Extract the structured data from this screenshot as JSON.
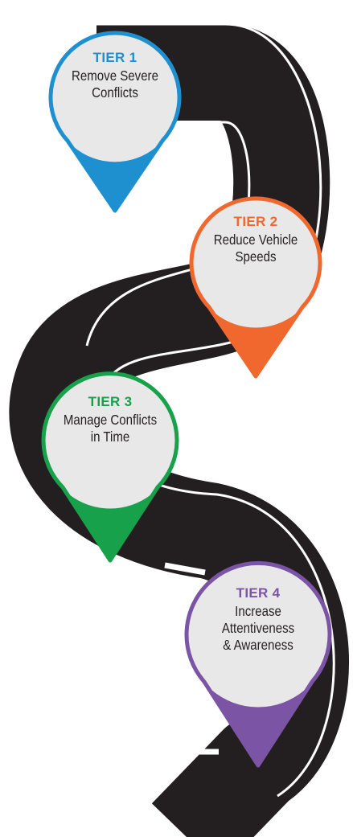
{
  "tiers": [
    {
      "tier": "TIER 1",
      "lines": [
        "Remove Severe",
        "Conflicts"
      ],
      "color": "#1e8fcf"
    },
    {
      "tier": "TIER 2",
      "lines": [
        "Reduce Vehicle",
        "Speeds"
      ],
      "color": "#f0682e"
    },
    {
      "tier": "TIER 3",
      "lines": [
        "Manage Conflicts",
        "in Time"
      ],
      "color": "#17a14b"
    },
    {
      "tier": "TIER 4",
      "lines": [
        "Increase",
        "Attentiveness",
        "& Awareness"
      ],
      "color": "#7b54a5"
    }
  ],
  "colors": {
    "road": "#231f20",
    "road_line": "#ffffff",
    "pin_fill": "#e8e8e8"
  }
}
